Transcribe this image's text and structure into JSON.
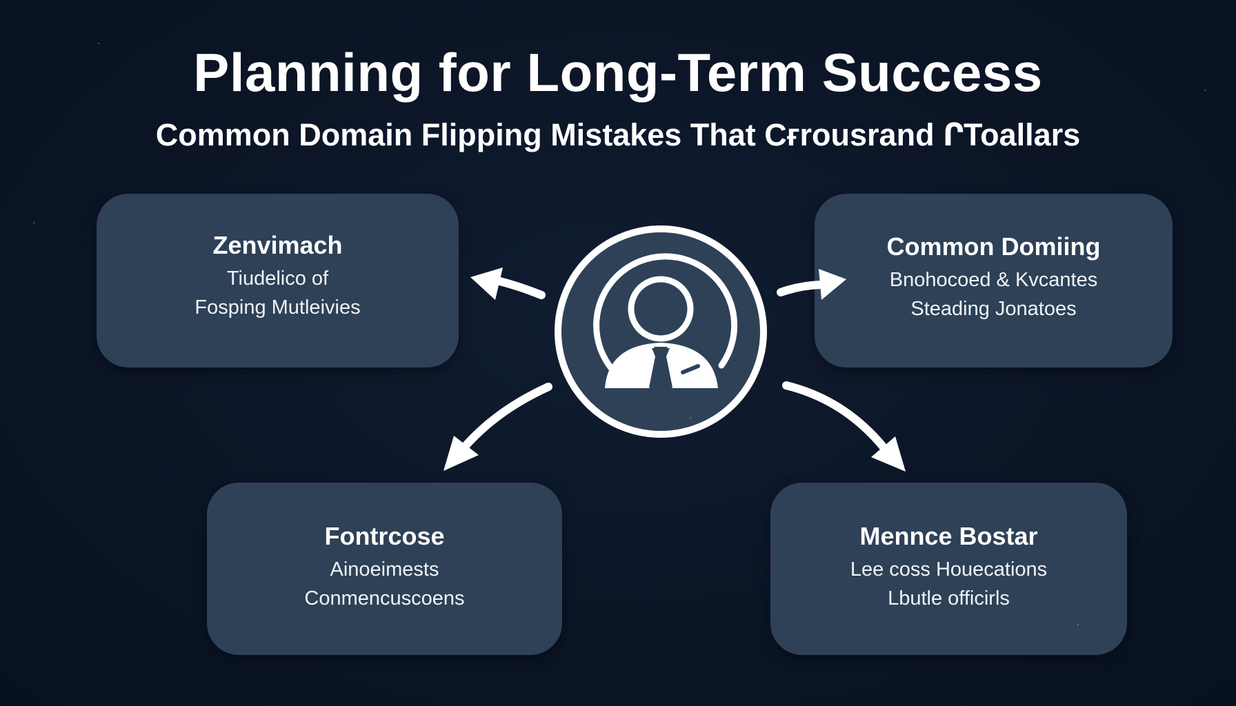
{
  "header": {
    "title": "Planning for Long-Term Success",
    "subtitle": "Common Domain Flipping Mistakes  That Cғrousrand ՐToallars"
  },
  "center_node": {
    "icon": "businessperson-icon",
    "fill_color": "#2e4157",
    "stroke_color": "#ffffff"
  },
  "cards": [
    {
      "position": "top-left",
      "title": "Zenvimach",
      "lines": [
        "Tiudelico of",
        "Fosping Mutleivies"
      ]
    },
    {
      "position": "top-right",
      "title": "Common Domiing",
      "lines": [
        "Bnohocoed & Kvcantes",
        "Steading Jonatoes"
      ]
    },
    {
      "position": "bottom-left",
      "title": "Fontrcose",
      "lines": [
        "Ainoeimests",
        "Conmencuscoens"
      ]
    },
    {
      "position": "bottom-right",
      "title": "Mennce Bostar",
      "lines": [
        "Lee coss Houecations",
        "Lbutle officirls"
      ]
    }
  ],
  "arrows": [
    {
      "from": "center",
      "to": "top-left",
      "icon": "arrow-left-icon"
    },
    {
      "from": "center",
      "to": "top-right",
      "icon": "arrow-right-icon"
    },
    {
      "from": "center",
      "to": "bottom-left",
      "icon": "arrow-down-left-icon"
    },
    {
      "from": "center",
      "to": "bottom-right",
      "icon": "arrow-down-right-icon"
    }
  ],
  "colors": {
    "background": "#0b1526",
    "card": "#2e4157",
    "text": "#ffffff",
    "arrow": "#ffffff"
  }
}
